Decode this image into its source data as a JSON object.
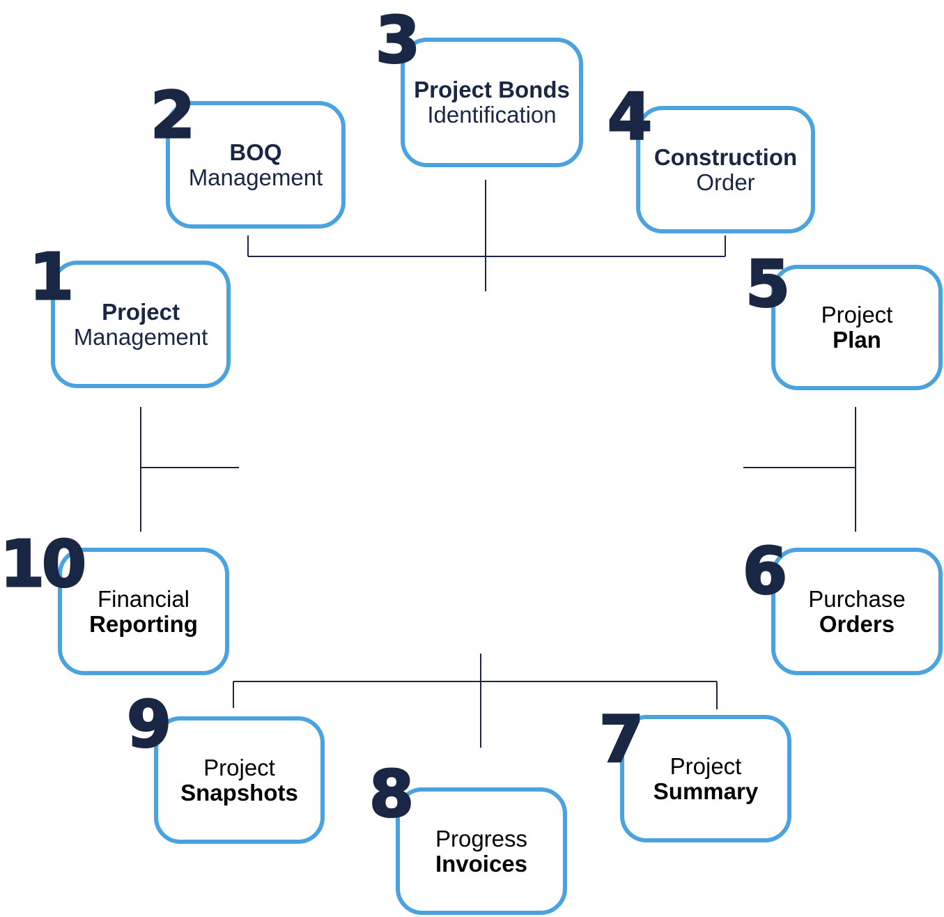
{
  "colors": {
    "box_border": "#4aa3df",
    "text_dark_navy": "#1a2744",
    "number": "#1a2744",
    "connector": "#1a2744"
  },
  "steps": [
    {
      "number": "1",
      "line1": "Project",
      "line2": "Management"
    },
    {
      "number": "2",
      "line1": "BOQ",
      "line2": "Management"
    },
    {
      "number": "3",
      "line1": "Project Bonds",
      "line2": "Identification"
    },
    {
      "number": "4",
      "line1": "Construction",
      "line2": "Order"
    },
    {
      "number": "5",
      "line1": "Project",
      "line2": "Plan"
    },
    {
      "number": "6",
      "line1": "Purchase",
      "line2": "Orders"
    },
    {
      "number": "7",
      "line1": "Project",
      "line2": "Summary"
    },
    {
      "number": "8",
      "line1": "Progress",
      "line2": "Invoices"
    },
    {
      "number": "9",
      "line1": "Project",
      "line2": "Snapshots"
    },
    {
      "number": "10",
      "line1": "Financial",
      "line2": "Reporting"
    }
  ]
}
